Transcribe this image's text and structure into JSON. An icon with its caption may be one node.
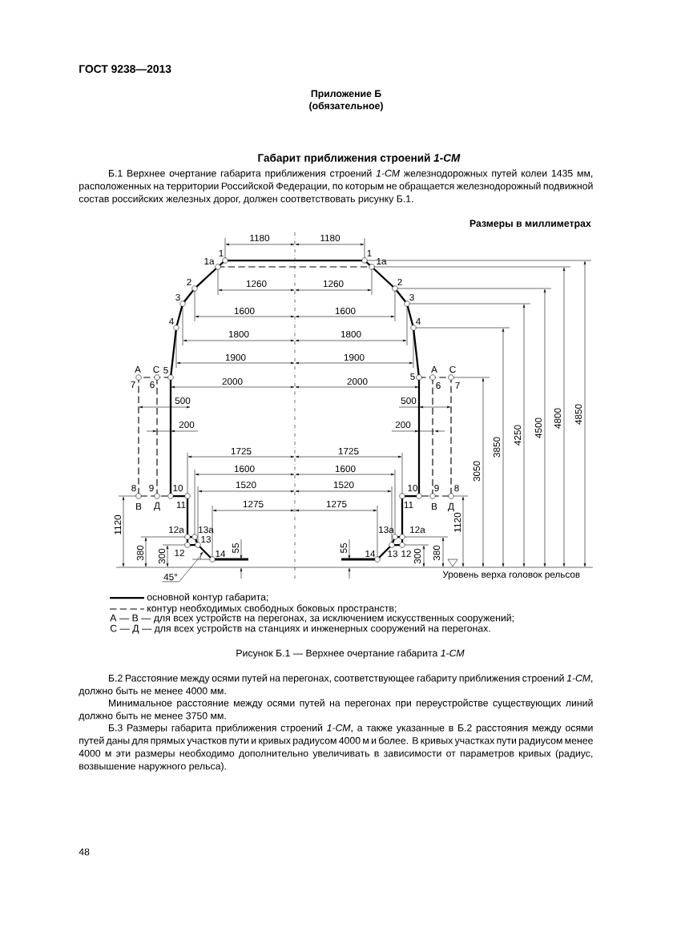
{
  "diagram": {
    "title": "Габарит приближения строений *1-СМ*",
    "caption": "Рисунок Б.1 — Верхнее очертание габарита *1-СМ*",
    "labels": [
      "ГОСТ 9238—2013",
      "Приложение Б",
      "(обязательное)",
      "Б.1 Верхнее очертание габарита приближения строений *1-СМ* железнодорожных путей колеи 1435 мм, расположенных на территории Российской Федерации, по которым не обращается железнодорожный подвижной состав российских железных дорог, должен соответствовать рисунку Б.1.",
      "Размеры в миллиметрах",
      "1180",
      "1180",
      "1",
      "1",
      "1а",
      "1а",
      "2",
      "1260",
      "1260",
      "2",
      "3",
      "3",
      "1600",
      "1600",
      "4",
      "4",
      "1800",
      "1800",
      "1900",
      "1900",
      "А",
      "С",
      "5",
      "5",
      "А",
      "С",
      "7",
      "6",
      "2000",
      "2000",
      "6",
      "7",
      "500",
      "500",
      "200",
      "200",
      "3850",
      "4250",
      "4500",
      "4800",
      "4850",
      "1725",
      "1725",
      "3050",
      "1600",
      "1600",
      "1520",
      "1520",
      "8",
      "9",
      "10",
      "10",
      "9",
      "8",
      "В",
      "Д",
      "11",
      "1275",
      "1275",
      "11",
      "В",
      "Д",
      "1120",
      "1120",
      "12а",
      "13а",
      "13а",
      "12а",
      "13",
      "55",
      "55",
      "380",
      "300",
      "12",
      "14",
      "14",
      "13",
      "12",
      "300",
      "380",
      "Уровень верха головок рельсов",
      "А — В — для всех устройств на перегонах, за исключением искусственных сооружений;",
      "С — Д — для всех устройств на станциях и инженерных сооружений на перегонах.",
      "Б.2 Расстояние между осями путей на перегонах, соответствующее габариту приближения строений *1-СМ*, должно быть не менее 4000 мм.",
      "Минимальное расстояние между осями путей на перегонах при переустройстве существующих линий должно быть не менее 3750 мм.",
      "Б.3 Размеры габарита приближения строений *1-СМ*, а также указанные в Б.2 расстояния между осями путей даны для прямых участков пути и кривых радиусом 4000 м и более. В кривых участках пути радиусом менее 4000 м эти размеры необходимо дополнительно увеличивать в зависимости от параметров кривых (радиус, возвышение наружного рельса).",
      "48"
    ],
    "nodes": [
      {
        "text": [
          "45°"
        ]
      },
      {
        "text": [],
        "shape": "arc"
      }
    ],
    "edges": [
      {
        "from": 0,
        "to": 1,
        "arrow": "none"
      }
    ],
    "legend": [
      {
        "text": "основной контур габарита;"
      },
      {
        "text": "контур необходимых свободных боковых пространств;"
      }
    ]
  }
}
